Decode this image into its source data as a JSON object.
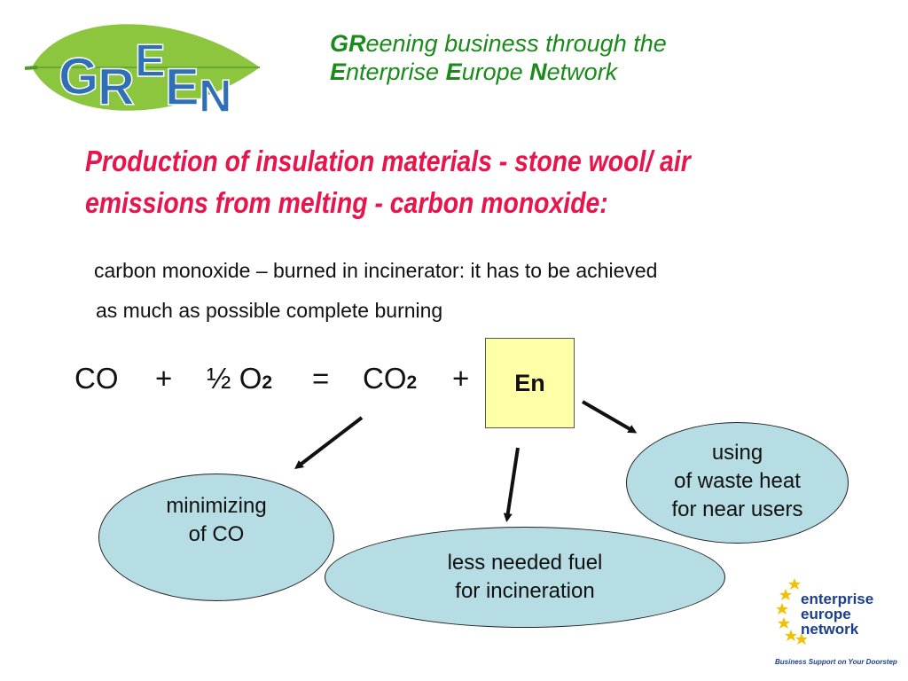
{
  "logo": {
    "letters": [
      "G",
      "R",
      "E",
      "E",
      "N"
    ],
    "colors": {
      "leaf": "#8cc63f",
      "leaf_dark": "#4f9a2a",
      "letters": "#2f6fb5"
    }
  },
  "tagline": {
    "line1": {
      "b1": "GR",
      "r1": "eening business through the"
    },
    "line2": {
      "b1": "E",
      "r1": "nterprise ",
      "b2": "E",
      "r2": "urope ",
      "b3": "N",
      "r3": "etwork"
    }
  },
  "title": {
    "line1": "Production of insulation materials - stone wool/ air",
    "line2": "emissions from melting - carbon monoxide:"
  },
  "body": {
    "line1": "carbon monoxide – burned in incinerator: it has to be achieved",
    "line2": "as much as possible complete burning"
  },
  "equation": {
    "co": "CO",
    "plus1": "+",
    "half_o": "½ O",
    "o_sub": "2",
    "equals": "=",
    "co2": "CO",
    "co2_sub": "2",
    "plus2": "+",
    "energy": "En"
  },
  "outcomes": {
    "minimizing": {
      "line1": "minimizing",
      "line2": "of CO"
    },
    "fuel": {
      "line1": "less needed fuel",
      "line2": "for incineration"
    },
    "heat": {
      "line1": "using",
      "line2": "of waste heat",
      "line3": "for near users"
    }
  },
  "een_logo": {
    "line1": "enterprise",
    "line2": "europe",
    "line3": "network",
    "tagline": "Business Support on Your Doorstep",
    "colors": {
      "text": "#1b3f8c",
      "stars": "#f2c200"
    }
  }
}
